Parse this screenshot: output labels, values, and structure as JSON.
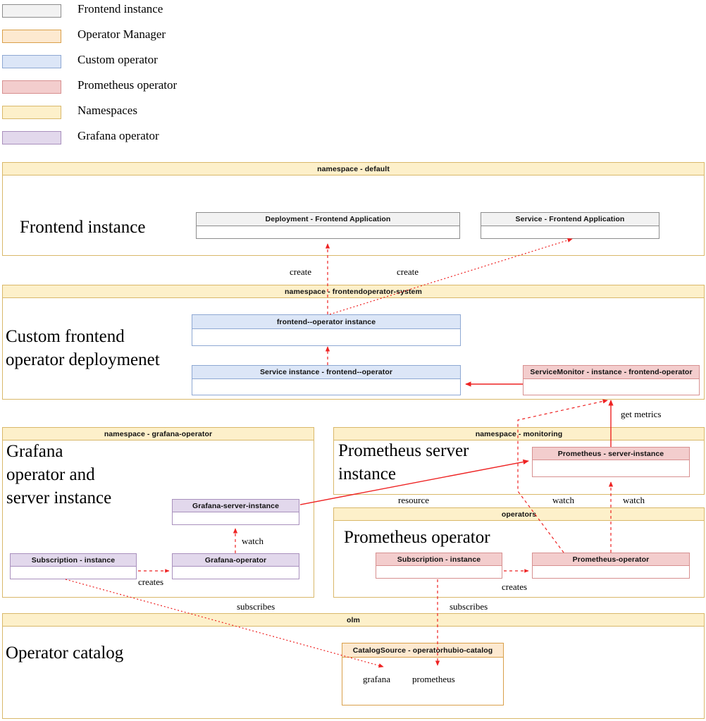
{
  "legend": {
    "items": [
      {
        "label": "Frontend instance",
        "color": "#f2f2f2",
        "border": "#8d8d8d"
      },
      {
        "label": "Operator  Manager",
        "color": "#fde9d0",
        "border": "#d9a04a"
      },
      {
        "label": "Custom operator",
        "color": "#dce6f7",
        "border": "#8ea8d3"
      },
      {
        "label": "Prometheus operator",
        "color": "#f3cdcd",
        "border": "#d79090"
      },
      {
        "label": "Namespaces",
        "color": "#fdf0ca",
        "border": "#d9b86a"
      },
      {
        "label": "Grafana operator",
        "color": "#e2d8ec",
        "border": "#a990bd"
      }
    ]
  },
  "sections": {
    "default_ns": {
      "header": "namespace - default",
      "title": "Frontend instance"
    },
    "frontend_ns": {
      "header": "namespace - frontendoperator-system",
      "title": "Custom frontend\noperator deploymenet"
    },
    "grafana_ns": {
      "header": "namespace - grafana-operator",
      "title": "Grafana\noperator and\nserver instance"
    },
    "monitoring_ns": {
      "header": "namespace - monitoring",
      "title": "Prometheus server\ninstance"
    },
    "operators_ns": {
      "header": "operators",
      "title": "Prometheus operator"
    },
    "olm_ns": {
      "header": "olm",
      "title": "Operator catalog"
    }
  },
  "boxes": {
    "deployment_frontend": "Deployment - Frontend Application",
    "service_frontend": "Service - Frontend Application",
    "frontend_operator_inst": "frontend--operator instance",
    "service_instance_fe": "Service instance - frontend--operator",
    "servicemonitor": "ServiceMonitor - instance - frontend-operator",
    "grafana_server": "Grafana-server-instance",
    "grafana_subscription": "Subscription - instance",
    "grafana_operator": "Grafana-operator",
    "prometheus_server": "Prometheus - server-instance",
    "prom_subscription": "Subscription - instance",
    "prometheus_operator": "Prometheus-operator",
    "catalogsource": "CatalogSource - operatorhubio-catalog"
  },
  "edge_labels": {
    "create_left": "create",
    "create_right": "create",
    "get_metrics": "get metrics",
    "grafana_watch": "watch",
    "grafana_creates": "creates",
    "grafana_subscribes": "subscribes",
    "resource": "resource",
    "watch_mid": "watch",
    "watch_right": "watch",
    "prom_creates": "creates",
    "prom_subscribes": "subscribes"
  },
  "catalog_entries": {
    "grafana": "grafana",
    "prometheus": "prometheus"
  },
  "colors": {
    "arrow_red": "#ee2222",
    "namespace_band": "#fdf0ca",
    "namespace_border": "#d9b86a"
  }
}
